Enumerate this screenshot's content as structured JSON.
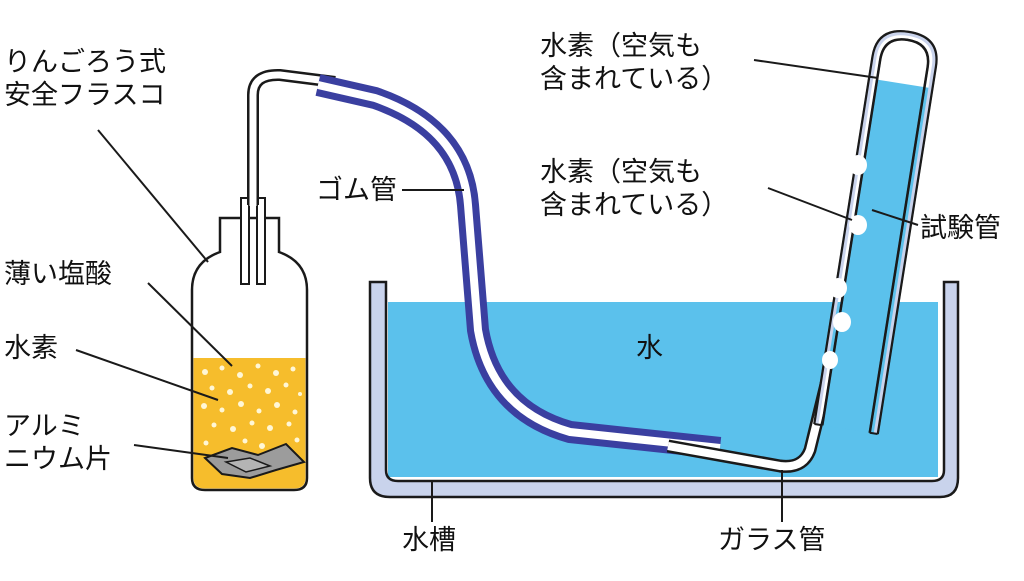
{
  "labels": {
    "flask": "りんごろう式\n安全フラスコ",
    "dilute_hcl": "薄い塩酸",
    "hydrogen_flask": "水素",
    "aluminum": "アルミ\nニウム片",
    "rubber_tube": "ゴム管",
    "hydrogen_air_top": "水素（空気も\n含まれている）",
    "hydrogen_air_mid": "水素（空気も\n含まれている）",
    "test_tube": "試験管",
    "water": "水",
    "water_tank": "水槽",
    "glass_tube": "ガラス管"
  },
  "colors": {
    "water": "#5bc1ec",
    "acid": "#f6bd2c",
    "rubber": "#3a3fa0",
    "tank_fill": "#c9d3ec",
    "outline": "#1a1a1a",
    "aluminum": "#9c9c9c"
  }
}
